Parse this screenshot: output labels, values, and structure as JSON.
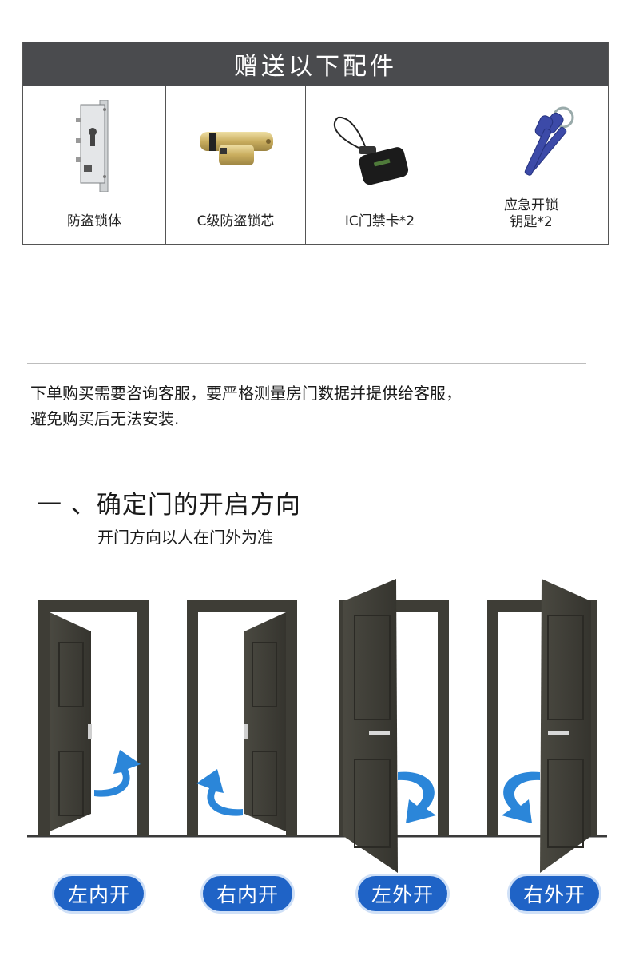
{
  "accessories": {
    "header": "赠送以下配件",
    "items": [
      {
        "label_lines": [
          "防盗锁体"
        ],
        "icon": "lock-body-icon"
      },
      {
        "label_lines": [
          "C级防盗锁芯"
        ],
        "icon": "lock-cylinder-icon"
      },
      {
        "label_lines": [
          "IC门禁卡*2"
        ],
        "icon": "ic-card-icon"
      },
      {
        "label_lines": [
          "应急开锁",
          "钥匙*2"
        ],
        "icon": "emergency-key-icon"
      }
    ]
  },
  "notice": {
    "line1": "下单购买需要咨询客服，要严格测量房门数据并提供给客服，",
    "line2": "避免购买后无法安装."
  },
  "section": {
    "title": "一 、确定门的开启方向",
    "subtitle": "开门方向以人在门外为准"
  },
  "doors": [
    {
      "label": "左内开"
    },
    {
      "label": "右内开"
    },
    {
      "label": "左外开"
    },
    {
      "label": "右外开"
    }
  ],
  "colors": {
    "header_bg": "#4a4b4e",
    "door": "#3e3d36",
    "arrow": "#2b86d9",
    "badge": "#1f63c6"
  }
}
